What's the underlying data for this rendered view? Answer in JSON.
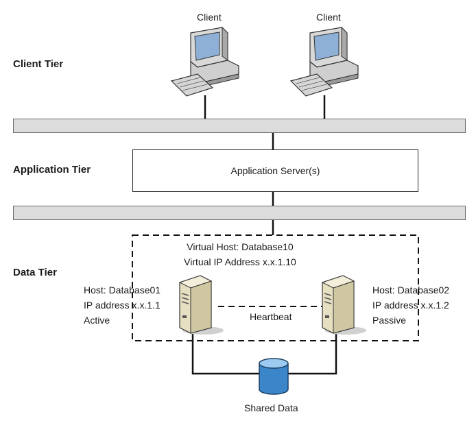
{
  "tiers": {
    "client": "Client Tier",
    "application": "Application Tier",
    "data": "Data Tier"
  },
  "clients": [
    {
      "label": "Client"
    },
    {
      "label": "Client"
    }
  ],
  "app_server": {
    "label": "Application Server(s)"
  },
  "virtual_host": {
    "line1": "Virtual Host: Database10",
    "line2": "Virtual IP Address x.x.1.10"
  },
  "host1": {
    "line1": "Host: Database01",
    "line2": "IP address x.x.1.1",
    "line3": "Active"
  },
  "host2": {
    "line1": "Host: Database02",
    "line2": "IP address x.x.1.2",
    "line3": "Passive"
  },
  "heartbeat": "Heartbeat",
  "shared_data": "Shared Data",
  "icons": {
    "client": "desktop-computer-icon",
    "server": "server-tower-icon",
    "storage": "database-cylinder-icon"
  },
  "colors": {
    "network_bar": "#dcdcdc",
    "screen": "#8fb0d6",
    "server_body": "#e6dfc2",
    "storage": "#3a86c8"
  }
}
